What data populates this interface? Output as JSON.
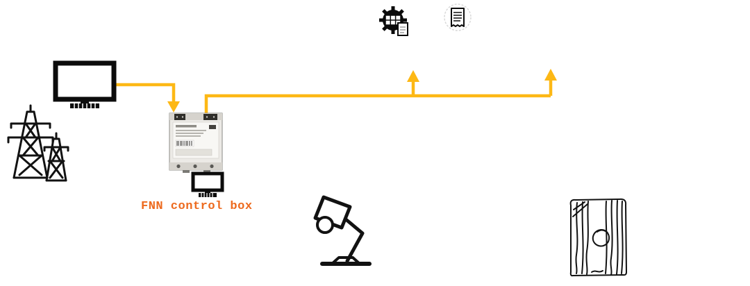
{
  "colors": {
    "connector": "#FDB815",
    "label": "#ED6A1E"
  },
  "diagram": {
    "fnn_label": "FNN control box",
    "nodes": [
      {
        "icon": "transmission-towers-icon",
        "meaning": "power grid"
      },
      {
        "icon": "monitor-icon",
        "meaning": "operator display"
      },
      {
        "icon": "fnn-control-box-device",
        "meaning": "FNN control box"
      },
      {
        "icon": "small-monitor-icon",
        "meaning": "local display"
      },
      {
        "icon": "solar-panel-gear-icon",
        "meaning": "PV generation service"
      },
      {
        "icon": "receipt-document-icon",
        "meaning": "billing document"
      },
      {
        "icon": "desk-lamp-icon",
        "meaning": "household load"
      },
      {
        "icon": "appliance-sketch-icon",
        "meaning": "appliance"
      }
    ],
    "connections": [
      {
        "from": "monitor-icon",
        "to": "fnn-control-box-device",
        "arrow": "down"
      },
      {
        "from": "fnn-control-box-device",
        "to": "bus",
        "arrows": [
          "up",
          "up"
        ]
      }
    ]
  }
}
